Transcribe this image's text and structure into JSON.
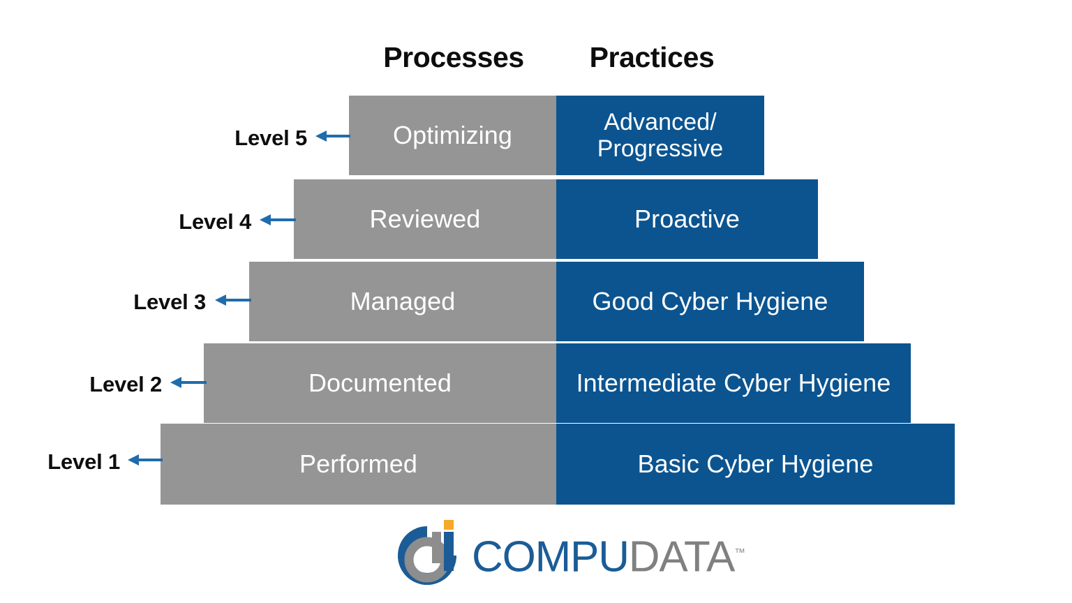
{
  "headers": {
    "processes": "Processes",
    "practices": "Practices"
  },
  "colors": {
    "process_fill": "#959595",
    "practice_fill": "#0b5490",
    "arrow": "#1f6cac",
    "label_text": "#0d0d0d",
    "cell_text": "#ffffff",
    "logo_blue": "#1b5c96",
    "logo_gray": "#808080",
    "logo_orange": "#f6a828"
  },
  "levels": [
    {
      "label": "Level 5",
      "process": "Optimizing",
      "practice": "Advanced/\nProgressive",
      "practice_lines": [
        "Advanced/",
        "Progressive"
      ]
    },
    {
      "label": "Level 4",
      "process": "Reviewed",
      "practice": "Proactive",
      "practice_lines": [
        "Proactive"
      ]
    },
    {
      "label": "Level 3",
      "process": "Managed",
      "practice": "Good Cyber Hygiene",
      "practice_lines": [
        "Good Cyber Hygiene"
      ]
    },
    {
      "label": "Level 2",
      "process": "Documented",
      "practice": "Intermediate Cyber Hygiene",
      "practice_lines": [
        "Intermediate Cyber Hygiene"
      ]
    },
    {
      "label": "Level 1",
      "process": "Performed",
      "practice": "Basic Cyber Hygiene",
      "practice_lines": [
        "Basic Cyber Hygiene"
      ]
    }
  ],
  "logo": {
    "mark": "compudata-circle-d-mark",
    "word_primary": "COMPU",
    "word_secondary": "DATA",
    "trademark": "™"
  }
}
